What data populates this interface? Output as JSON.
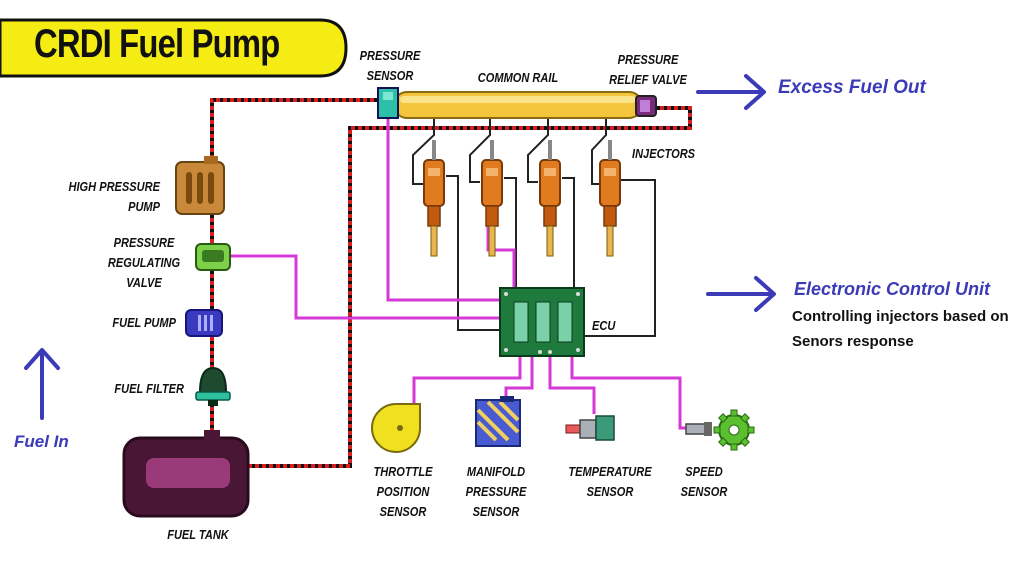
{
  "title": "CRDI Fuel Pump",
  "labels": {
    "pressure_sensor": "PRESSURE\nSENSOR",
    "common_rail": "COMMON RAIL",
    "pressure_relief_valve": "PRESSURE\nRELIEF VALVE",
    "injectors": "INJECTORS",
    "high_pressure_pump": "HIGH PRESSURE\nPUMP",
    "pressure_regulating_valve": "PRESSURE\nREGULATING\nVALVE",
    "fuel_pump": "FUEL PUMP",
    "fuel_filter": "FUEL FILTER",
    "fuel_tank": "FUEL TANK",
    "ecu": "ECU",
    "throttle_position_sensor": "THROTTLE\nPOSITION\nSENSOR",
    "manifold_pressure_sensor": "MANIFOLD\nPRESSURE\nSENSOR",
    "temperature_sensor": "TEMPERATURE\nSENSOR",
    "speed_sensor": "SPEED\nSENSOR"
  },
  "callouts": {
    "excess_fuel_out": "Excess Fuel Out",
    "fuel_in": "Fuel In",
    "ecu_title": "Electronic Control Unit",
    "ecu_description": "Controlling injectors based on\nSenors response"
  },
  "colors": {
    "banner": "#f5ec13",
    "callout_blue": "#3b3bb8",
    "fuel_line": "#d81f1f",
    "signal_wire": "#d63ad6",
    "control_wire": "#222222",
    "rail": "#f2c53d",
    "ecu_board": "#1f7a3e",
    "injector_body": "#e07b1f",
    "fuel_tank": "#4a1636"
  }
}
